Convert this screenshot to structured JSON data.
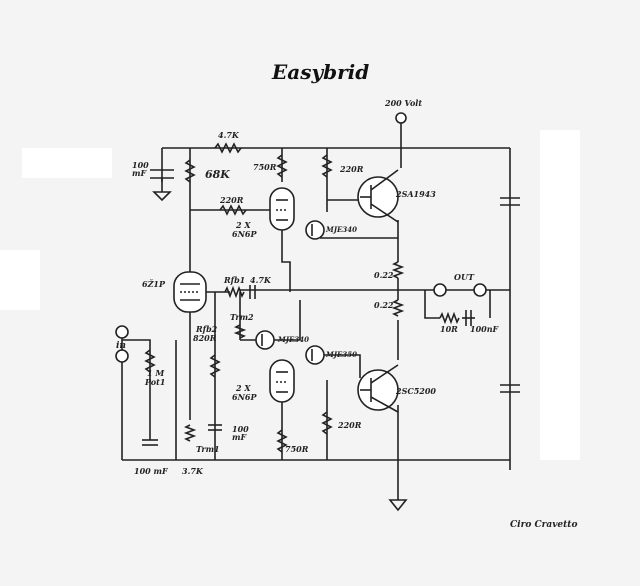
{
  "title": "Easybrid",
  "author": "Ciro Cravetto",
  "supply_label": "200 Volt",
  "labels": {
    "r_top_feedback": "4.7K",
    "cap_supply_val": "100",
    "cap_supply_unit": "mF",
    "r_68k": "68K",
    "r_750_top": "750R",
    "r_220_top_right": "220R",
    "q_top": "2SA1943",
    "r_220_mid": "220R",
    "tube_top_count": "2 X",
    "tube_top_type": "6N6P",
    "mje_top": "MJE340",
    "tube_input": "6Ž1P",
    "rfb1": "Rfb1",
    "r_fb_47": "4.7K",
    "trm2": "Trm2",
    "r_022_a": "0.22",
    "r_022_b": "0.22",
    "out": "OUT",
    "r_10": "10R",
    "c_100nf": "100nF",
    "rfb2": "Rfb2",
    "r_820": "820R",
    "mje_mid": "MJE340",
    "mje_low": "MJE350",
    "in": "in",
    "pot_val": "1 M",
    "pot_name": "Pot1",
    "tube_bot_count": "2 X",
    "tube_bot_type": "6N6P",
    "q_bot": "2SC5200",
    "cap_trm_val": "100",
    "cap_trm_unit": "mF",
    "r_220_bot": "220R",
    "trm1": "Trm1",
    "r_750_bot": "750R",
    "cap_bottom": "100 mF",
    "r_37k": "3.7K"
  }
}
